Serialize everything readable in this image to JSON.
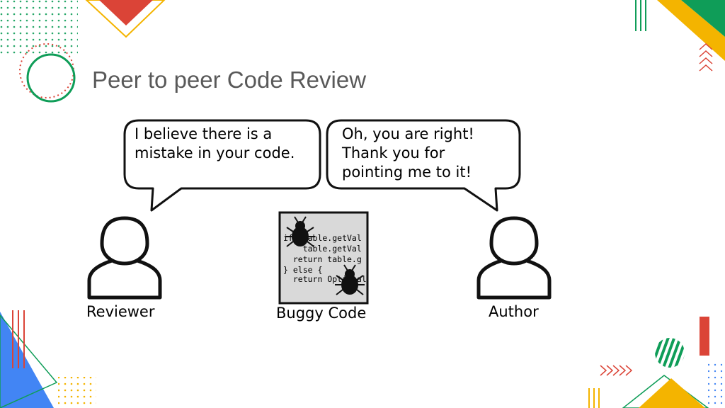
{
  "slide": {
    "title": "Peer to peer Code Review"
  },
  "diagram": {
    "reviewer_bubble": {
      "lines": [
        "I believe there is a",
        "mistake in your code."
      ]
    },
    "author_bubble": {
      "lines": [
        "Oh, you are right!",
        "Thank you for",
        "pointing me to it!"
      ]
    },
    "code_card": {
      "lines": [
        "if (table.getVal",
        "    table.getVal",
        "  return table.g",
        "} else {",
        "  return Optional"
      ],
      "label": "Buggy Code",
      "icons": [
        "bug-icon",
        "bug-icon"
      ]
    },
    "reviewer": {
      "label": "Reviewer",
      "icon": "person-icon"
    },
    "author": {
      "label": "Author",
      "icon": "person-icon"
    }
  },
  "colors": {
    "red": "#db4437",
    "green": "#0f9d58",
    "yellow": "#f4b400",
    "blue": "#4285f4",
    "title": "#595959"
  }
}
